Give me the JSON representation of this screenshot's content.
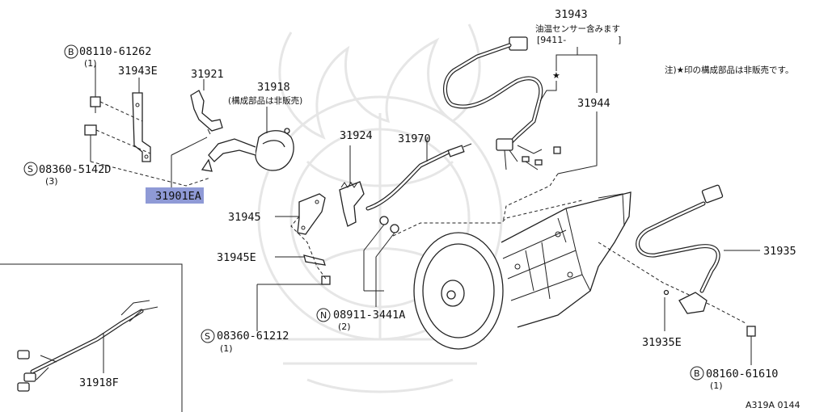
{
  "labels": {
    "p31943": "31943",
    "p31943_note1": "油温センサー含みます",
    "p31943_note2": "[9411-",
    "p31943_note2b": "]",
    "p31944": "31944",
    "note": "注)★印の構成部品は非販売です。",
    "b08110": "08110-61262",
    "b08110_qty": "(1)",
    "p31943E": "31943E",
    "p31921": "31921",
    "p31918": "31918",
    "p31918_note": "(構成部品は非販売)",
    "s08360_5142": "08360-5142D",
    "s08360_5142_qty": "(3)",
    "p31901EA": "31901EA",
    "p31924": "31924",
    "p31970": "31970",
    "p31945": "31945",
    "p31945E": "31945E",
    "n08911": "08911-3441A",
    "n08911_qty": "(2)",
    "s08360_61212": "08360-61212",
    "s08360_61212_qty": "(1)",
    "p31935": "31935",
    "p31935E": "31935E",
    "b08160": "08160-61610",
    "b08160_qty": "(1)",
    "p31918F": "31918F",
    "ref": "A319A 0144",
    "badge_b": "B",
    "badge_s": "S",
    "badge_n": "N",
    "star": "★"
  },
  "colors": {
    "highlight": "#8f9ad6",
    "ink": "#222222"
  }
}
